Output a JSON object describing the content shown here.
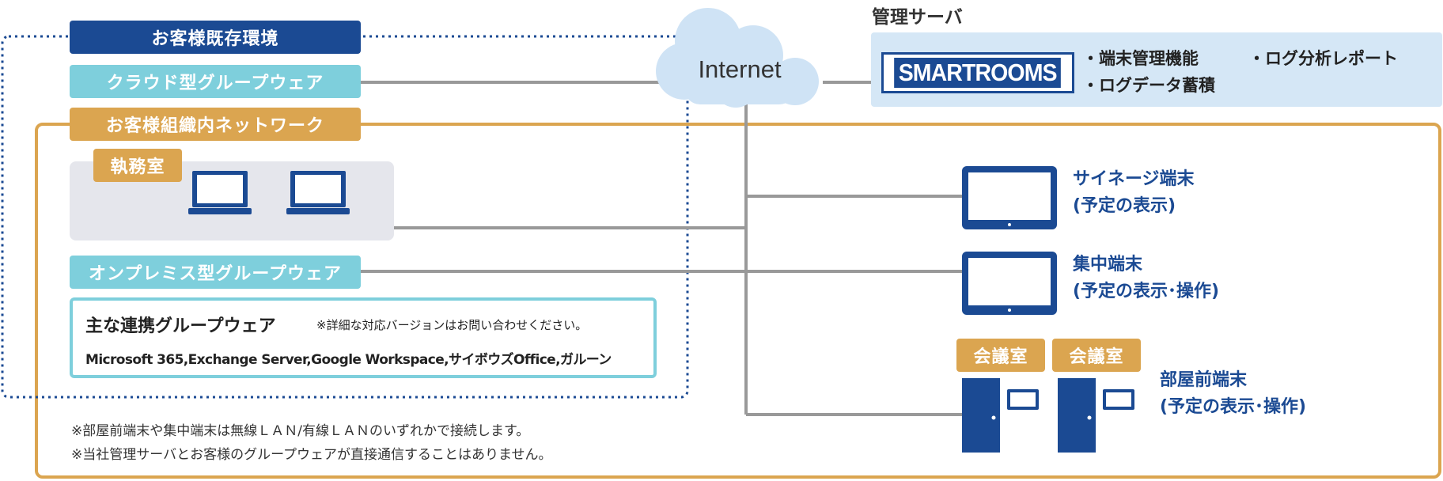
{
  "environment_label": "お客様既存環境",
  "cloud_groupware_label": "クラウド型グループウェア",
  "internet_label": "Internet",
  "server": {
    "title": "管理サーバ",
    "logo_text": "SMARTROOMS",
    "features": [
      "・端末管理機能",
      "・ログ分析レポート",
      "・ログデータ蓄積"
    ]
  },
  "network_label": "お客様組織内ネットワーク",
  "office_label": "執務室",
  "onprem_label": "オンプレミス型グループウェア",
  "groupware_box": {
    "title": "主な連携グループウェア",
    "note": "※詳細な対応バージョンはお問い合わせください。",
    "products": "Microsoft 365,Exchange Server,Google Workspace,サイボウズOffice,ガルーン"
  },
  "signage": {
    "name": "サイネージ端末",
    "desc": "(予定の表示)"
  },
  "central": {
    "name": "集中端末",
    "desc": "(予定の表示･操作)"
  },
  "meeting_rooms": [
    "会議室",
    "会議室"
  ],
  "room_front": {
    "name": "部屋前端末",
    "desc": "(予定の表示･操作)"
  },
  "notes": [
    "※部屋前端末や集中端末は無線ＬＡＮ/有線ＬＡＮのいずれかで接続します。",
    "※当社管理サーバとお客様のグループウェアが直接通信することはありません。"
  ],
  "colors": {
    "navy": "#1b4a93",
    "cyan": "#7ecfdc",
    "gold": "#dba550",
    "line": "#999999",
    "cloud": "#cfe3f5",
    "server_bg": "#d5e7f6"
  }
}
